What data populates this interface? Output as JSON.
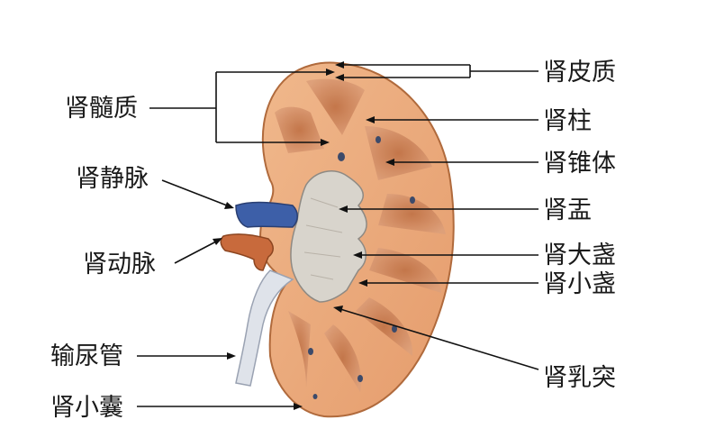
{
  "labels": {
    "cortex": "肾皮质",
    "medulla": "肾髓质",
    "renal_column": "肾柱",
    "renal_pyramid": "肾锥体",
    "renal_vein": "肾静脉",
    "renal_pelvis": "肾盂",
    "renal_artery": "肾动脉",
    "major_calyx": "肾大盏",
    "minor_calyx": "肾小盏",
    "ureter": "输尿管",
    "renal_papilla": "肾乳突",
    "capsule": "肾小囊"
  },
  "colors": {
    "cortex": "#e8a878",
    "pyramid": "#cc8052",
    "pelvis": "#d8d4cc",
    "vein": "#3d5fa8",
    "artery": "#c86a3c",
    "ureter": "#d9dde6",
    "line": "#111111"
  }
}
